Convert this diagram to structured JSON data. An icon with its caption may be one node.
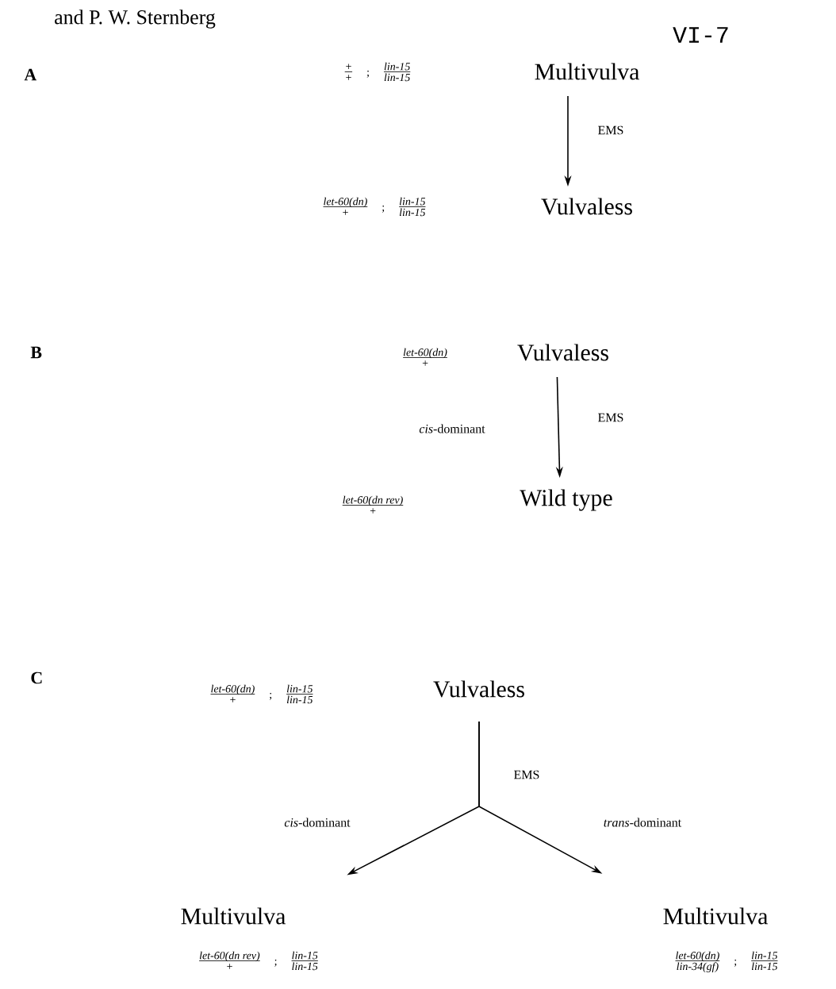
{
  "diagram": {
    "nodes": [
      {
        "text": [
          "Multivulva"
        ],
        "beside": [
          "+",
          "+",
          ";",
          "lin-15",
          "lin-15"
        ]
      },
      {
        "text": [
          "Vulvaless"
        ],
        "beside": [
          "let-60(dn)",
          "+",
          ";",
          "lin-15",
          "lin-15"
        ]
      },
      {
        "text": [
          "Vulvaless"
        ],
        "beside": [
          "let-60(dn)",
          "+"
        ]
      },
      {
        "text": [
          "Wild type"
        ],
        "beside": [
          "let-60(dn rev)",
          "+"
        ]
      },
      {
        "text": [
          "Vulvaless"
        ],
        "beside": [
          "let-60(dn)",
          "+",
          ";",
          "lin-15",
          "lin-15"
        ]
      },
      {
        "text": [
          "Multivulva"
        ],
        "beside": [
          "let-60(dn rev)",
          "+",
          ";",
          "lin-15",
          "lin-15"
        ]
      },
      {
        "text": [
          "Multivulva"
        ],
        "beside": [
          "let-60(dn)",
          "lin-34(gf)",
          ";",
          "lin-15",
          "lin-15"
        ]
      }
    ],
    "edges": [
      {
        "from": 0,
        "to": 1,
        "arrow": "to",
        "label": "EMS"
      },
      {
        "from": 2,
        "to": 3,
        "arrow": "to",
        "label": "EMS"
      },
      {
        "from": 4,
        "to": 5,
        "arrow": "to",
        "label": "*cis*-dominant"
      },
      {
        "from": 4,
        "to": 6,
        "arrow": "to",
        "label": "*trans*-dominant"
      }
    ],
    "labels": [
      "and P. W. Sternberg",
      "VI-7",
      "A",
      "B",
      "*cis*-dominant",
      "C",
      "EMS"
    ]
  }
}
